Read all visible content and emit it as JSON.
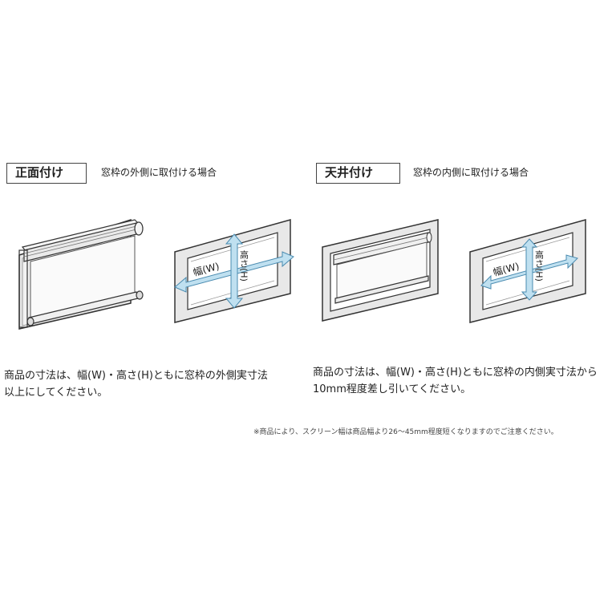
{
  "front_mount": {
    "label": "正面付け",
    "description": "窓枠の外側に取付ける場合",
    "width_label": "幅(W)",
    "height_label": "高さ(H)",
    "note_line1": "商品の寸法は、幅(W)・高さ(H)ともに窓枠の外側実寸法",
    "note_line2": "以上にしてください。"
  },
  "ceiling_mount": {
    "label": "天井付け",
    "description": "窓枠の内側に取付ける場合",
    "width_label": "幅(W)",
    "height_label": "高さ(H)",
    "note_line1": "商品の寸法は、幅(W)・高さ(H)ともに窓枠の内側実寸法から",
    "note_line2": "10mm程度差し引いてください。"
  },
  "footnote": "※商品により、スクリーン幅は商品幅より26～45mm程度短くなりますのでご注意ください。",
  "colors": {
    "frame_fill": "#e8e8e8",
    "frame_stroke": "#333333",
    "arrow_fill": "#bfe0f0",
    "arrow_stroke": "#4a8bb0"
  }
}
